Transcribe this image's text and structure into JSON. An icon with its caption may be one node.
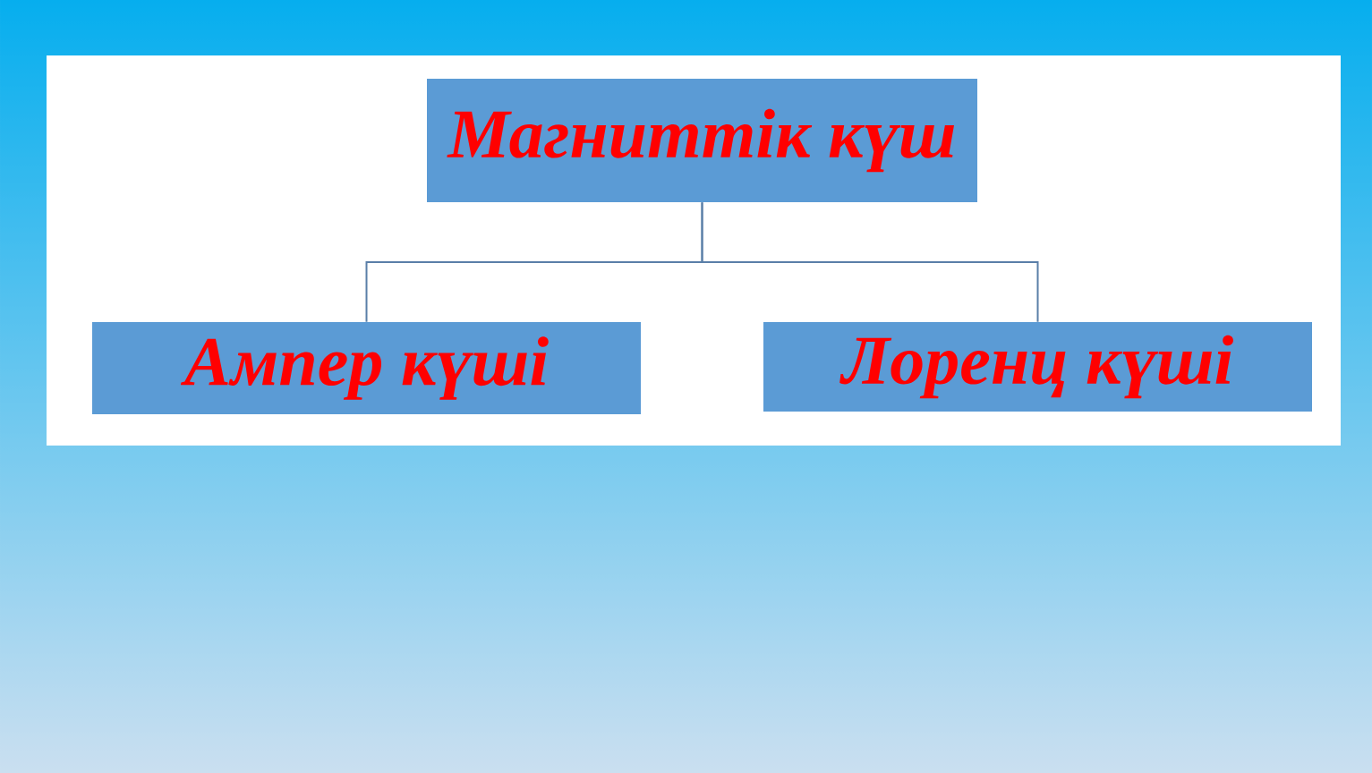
{
  "diagram": {
    "nodes": [
      {
        "text": [
          "Магниттік күш"
        ]
      },
      {
        "text": [
          "Ампер күші"
        ]
      },
      {
        "text": [
          "Лоренц күші"
        ]
      }
    ],
    "edges": [
      {
        "from": 0,
        "to": 1,
        "arrow": "none"
      },
      {
        "from": 0,
        "to": 2,
        "arrow": "none"
      }
    ]
  }
}
